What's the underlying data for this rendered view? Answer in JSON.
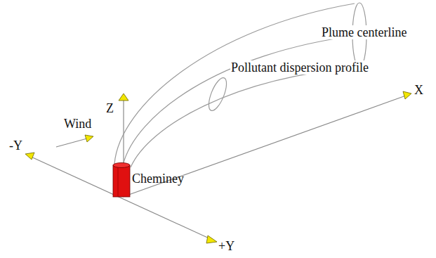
{
  "diagram": {
    "labels": [
      "Plume centerline",
      "Pollutant dispersion profile",
      "Z",
      "Wind",
      "-Y",
      "Cheminey",
      "X",
      "+Y"
    ]
  }
}
